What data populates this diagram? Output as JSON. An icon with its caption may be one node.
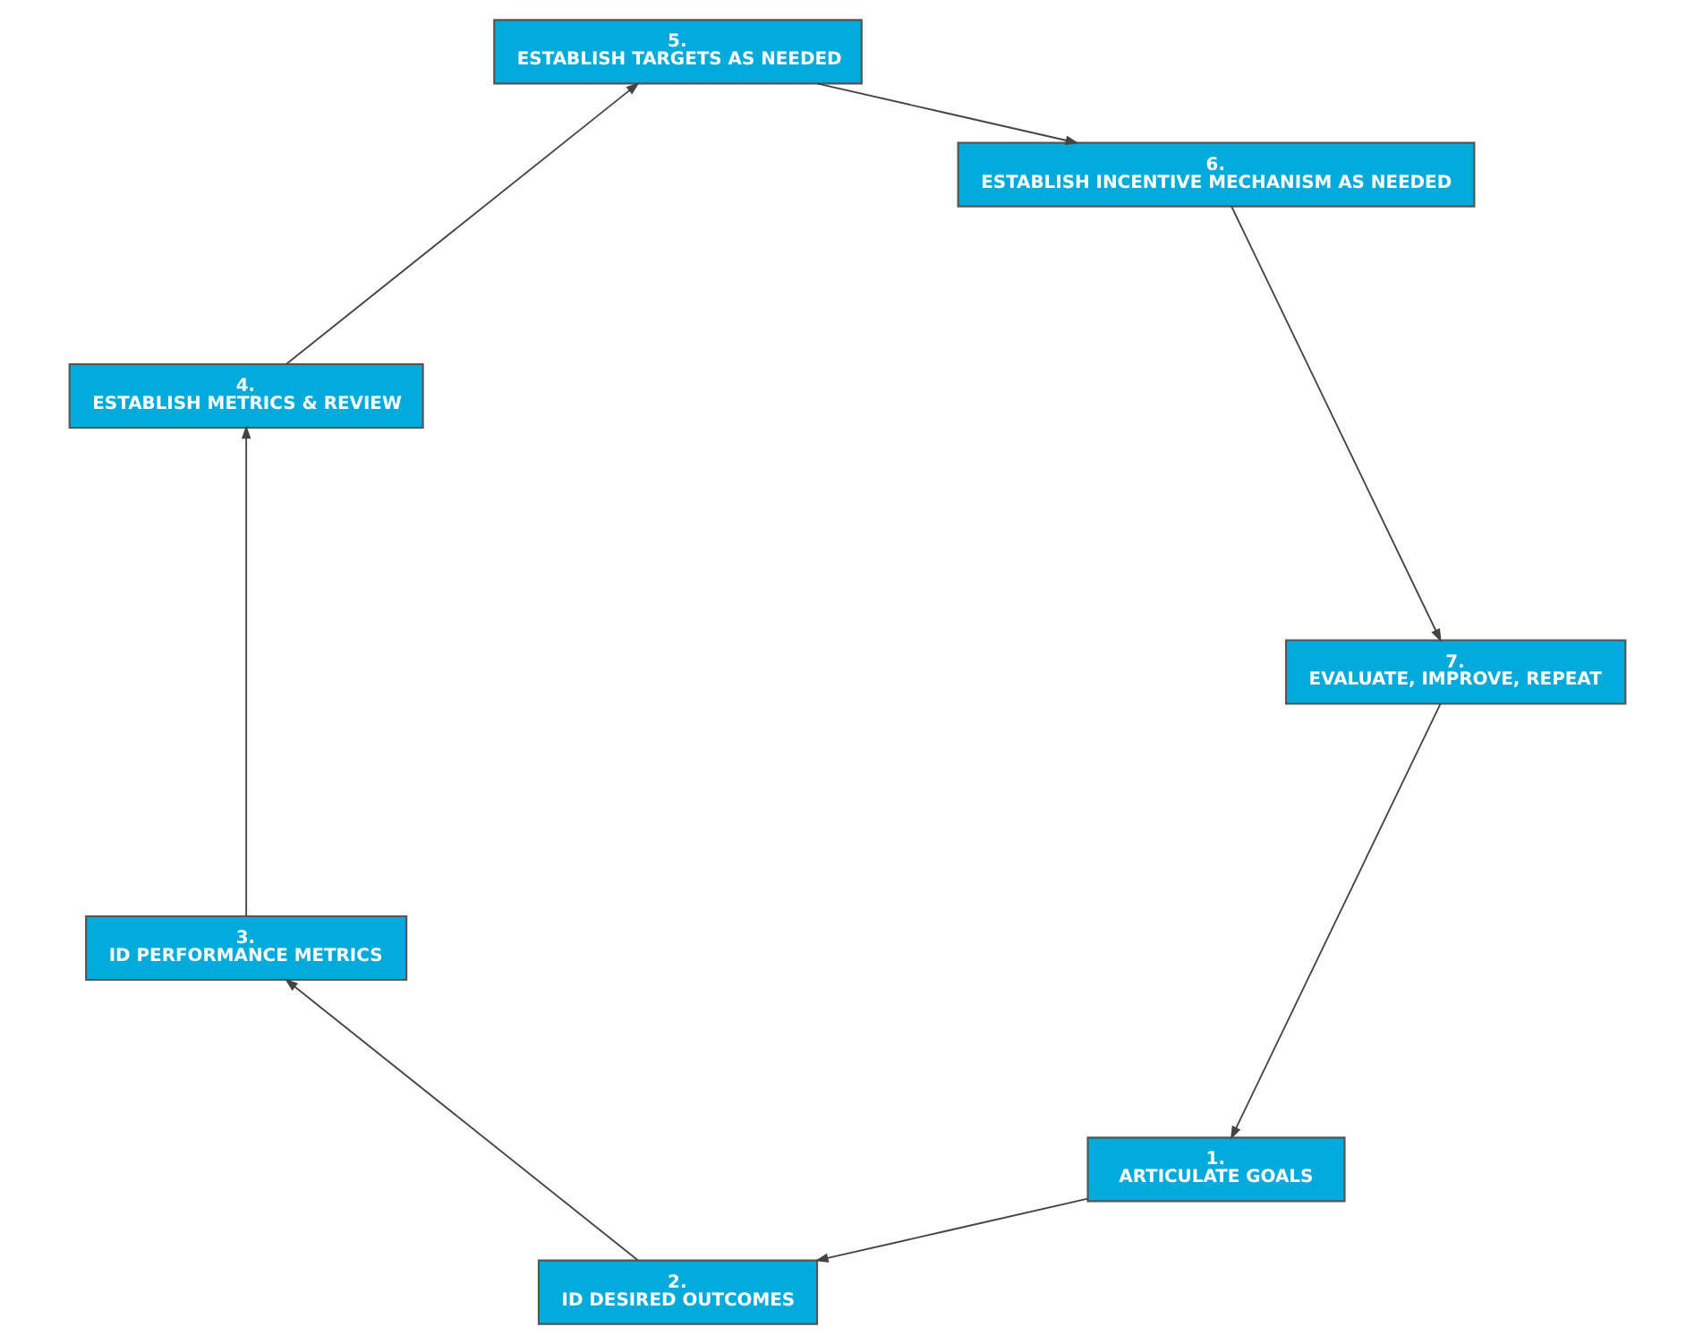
{
  "diagram": {
    "nodes": [
      {
        "text": [
          "1.",
          "ARTICULATE GOALS"
        ]
      },
      {
        "text": [
          "2.",
          "ID DESIRED OUTCOMES"
        ]
      },
      {
        "text": [
          "3.",
          "ID PERFORMANCE METRICS"
        ]
      },
      {
        "text": [
          "4.",
          "ESTABLISH METRICS & REVIEW"
        ]
      },
      {
        "text": [
          "5.",
          "ESTABLISH TARGETS AS NEEDED"
        ]
      },
      {
        "text": [
          "6.",
          "ESTABLISH INCENTIVE MECHANISM AS NEEDED"
        ]
      },
      {
        "text": [
          "7.",
          "EVALUATE, IMPROVE, REPEAT"
        ]
      }
    ],
    "edges": [
      {
        "from": 0,
        "to": 1,
        "arrow": "to"
      },
      {
        "from": 1,
        "to": 2,
        "arrow": "to"
      },
      {
        "from": 2,
        "to": 3,
        "arrow": "to"
      },
      {
        "from": 3,
        "to": 4,
        "arrow": "to"
      },
      {
        "from": 4,
        "to": 5,
        "arrow": "to"
      },
      {
        "from": 5,
        "to": 6,
        "arrow": "to"
      },
      {
        "from": 6,
        "to": 0,
        "arrow": "to"
      }
    ]
  }
}
